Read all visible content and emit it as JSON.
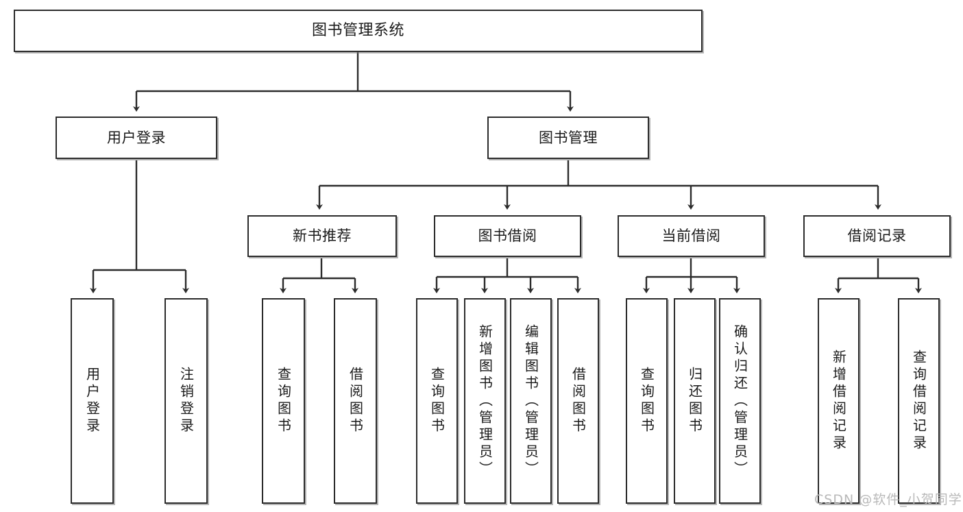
{
  "diagram": {
    "title": "图书管理系统",
    "watermark": "CSDN @软件_小贺同学",
    "style": {
      "stroke": "#2b2b2b",
      "fill": "#ffffff",
      "text": "#1a1a1a",
      "watermark_color": "#b9b9b9"
    },
    "levels": {
      "root": [
        "图书管理系统"
      ],
      "level2": [
        "用户登录",
        "图书管理"
      ],
      "level3": [
        "新书推荐",
        "图书借阅",
        "当前借阅",
        "借阅记录"
      ],
      "leaves": [
        "用户登录",
        "注销登录",
        "查询图书",
        "借阅图书",
        "查询图书",
        "新增图书（管理员）",
        "编辑图书（管理员）",
        "借阅图书",
        "查询图书",
        "归还图书",
        "确认归还（管理员）",
        "新增借阅记录",
        "查询借阅记录"
      ]
    },
    "nodes": {
      "root": {
        "label": "图书管理系统"
      },
      "user_login": {
        "label": "用户登录"
      },
      "book_manage": {
        "label": "图书管理"
      },
      "new_book_rec": {
        "label": "新书推荐"
      },
      "book_borrow": {
        "label": "图书借阅"
      },
      "current_borrow": {
        "label": "当前借阅"
      },
      "borrow_record": {
        "label": "借阅记录"
      },
      "leaf_user_login": {
        "label": "用户登录"
      },
      "leaf_user_logout": {
        "label": "注销登录"
      },
      "leaf_rec_query": {
        "label": "查询图书"
      },
      "leaf_rec_borrow": {
        "label": "借阅图书"
      },
      "leaf_borrow_query": {
        "label": "查询图书"
      },
      "leaf_borrow_add": {
        "label": "新增图书（管理员）"
      },
      "leaf_borrow_edit": {
        "label": "编辑图书（管理员）"
      },
      "leaf_borrow_borrow": {
        "label": "借阅图书"
      },
      "leaf_cur_query": {
        "label": "查询图书"
      },
      "leaf_cur_return": {
        "label": "归还图书"
      },
      "leaf_cur_confirm": {
        "label": "确认归还（管理员）"
      },
      "leaf_rcd_add": {
        "label": "新增借阅记录"
      },
      "leaf_rcd_query": {
        "label": "查询借阅记录"
      }
    }
  }
}
